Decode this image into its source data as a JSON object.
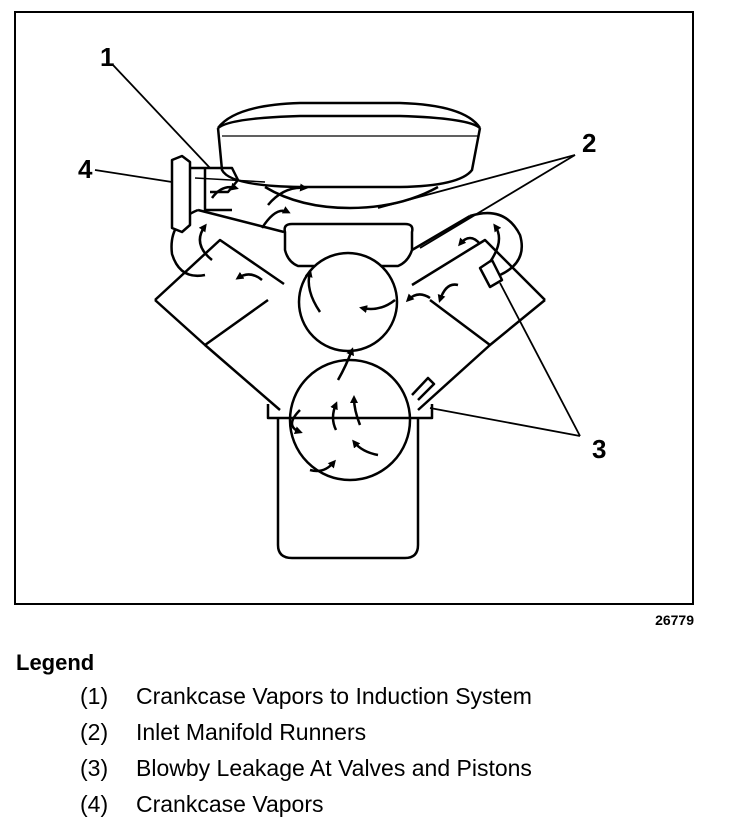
{
  "diagram": {
    "callouts": [
      "1",
      "2",
      "3",
      "4"
    ],
    "figure_number": "26779"
  },
  "legend": {
    "title": "Legend",
    "items": [
      {
        "num": "(1)",
        "text": "Crankcase Vapors to Induction System"
      },
      {
        "num": "(2)",
        "text": "Inlet Manifold Runners"
      },
      {
        "num": "(3)",
        "text": "Blowby Leakage At Valves and Pistons"
      },
      {
        "num": "(4)",
        "text": "Crankcase Vapors"
      }
    ]
  }
}
